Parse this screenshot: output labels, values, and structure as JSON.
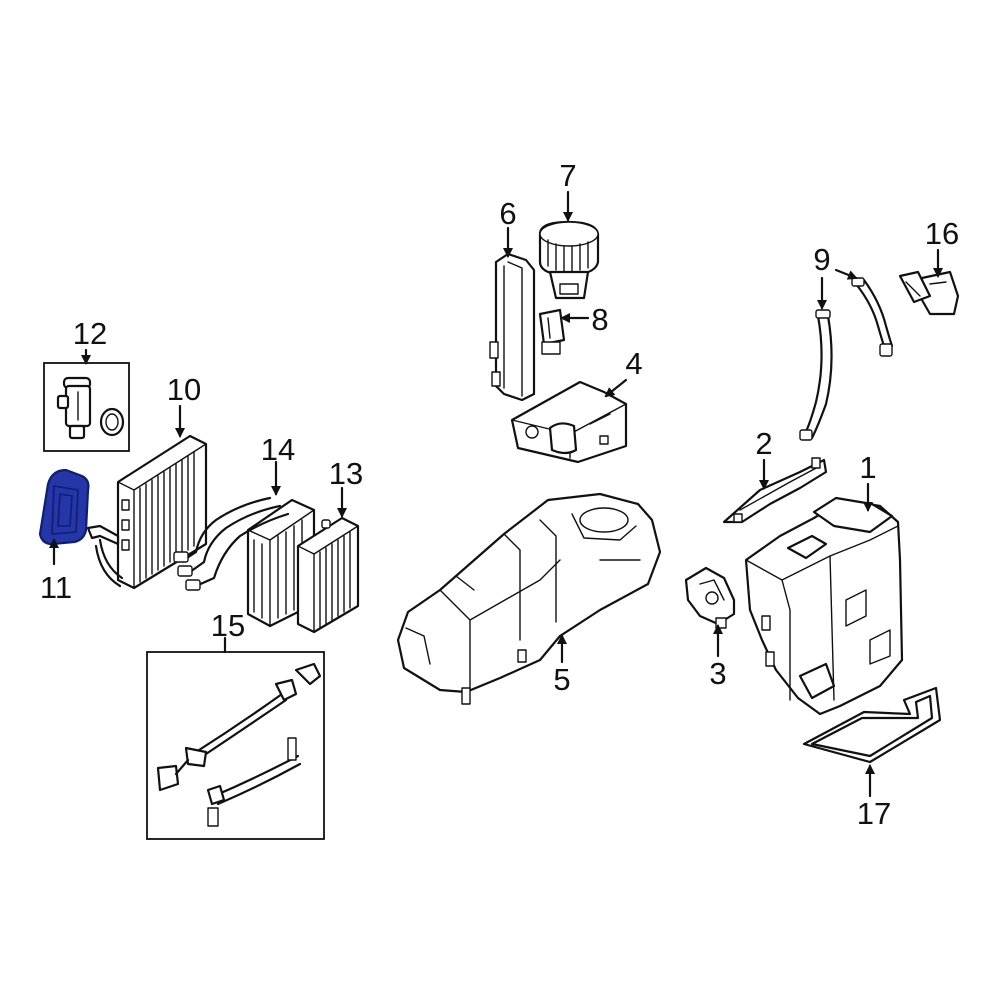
{
  "colors": {
    "line": "#111111",
    "background": "#ffffff",
    "highlight": "#2436a8",
    "highlight_outline": "#0f1f6e"
  },
  "highlighted_part": "11",
  "callouts": [
    {
      "id": "c1",
      "label": "1"
    },
    {
      "id": "c2",
      "label": "2"
    },
    {
      "id": "c3",
      "label": "3"
    },
    {
      "id": "c4",
      "label": "4"
    },
    {
      "id": "c5",
      "label": "5"
    },
    {
      "id": "c6",
      "label": "6"
    },
    {
      "id": "c7",
      "label": "7"
    },
    {
      "id": "c8",
      "label": "8"
    },
    {
      "id": "c9",
      "label": "9"
    },
    {
      "id": "c10",
      "label": "10"
    },
    {
      "id": "c11",
      "label": "11"
    },
    {
      "id": "c12",
      "label": "12"
    },
    {
      "id": "c13",
      "label": "13"
    },
    {
      "id": "c14",
      "label": "14"
    },
    {
      "id": "c15",
      "label": "15"
    },
    {
      "id": "c16",
      "label": "16"
    },
    {
      "id": "c17",
      "label": "17"
    }
  ]
}
